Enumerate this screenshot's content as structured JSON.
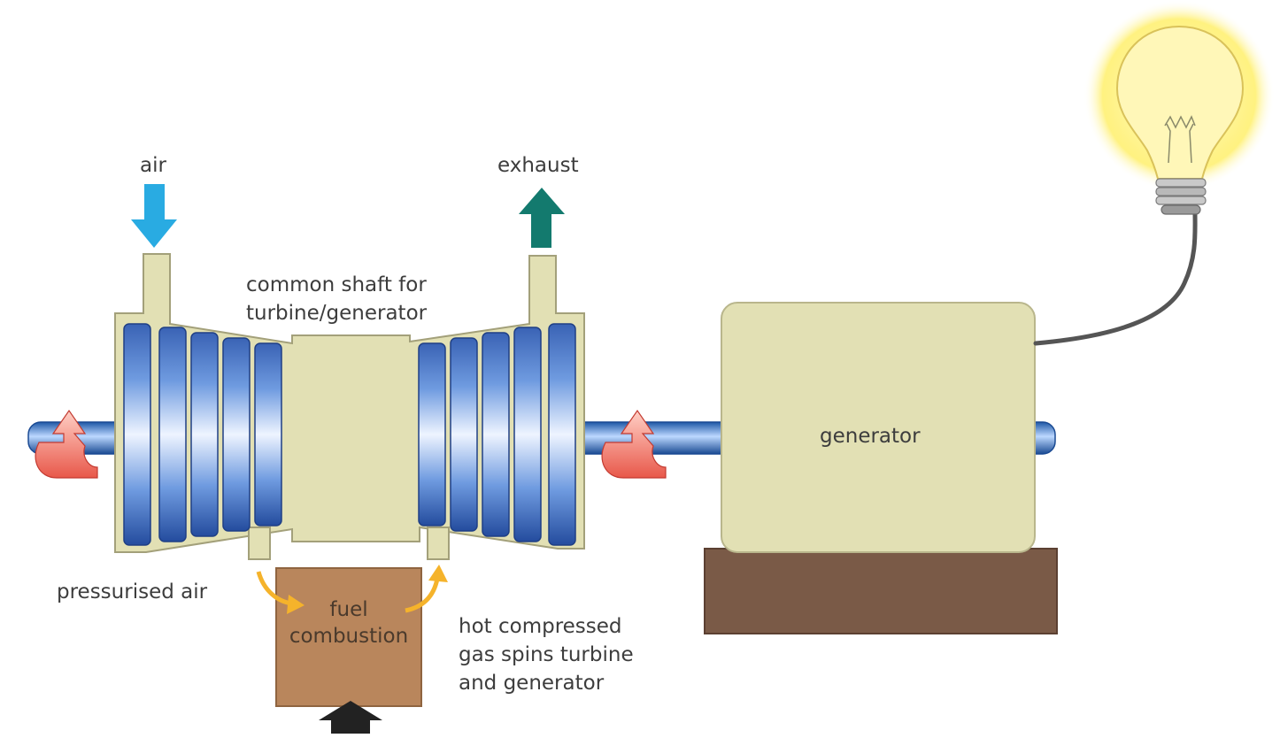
{
  "labels": {
    "air": "air",
    "exhaust": "exhaust",
    "common_shaft": "common shaft for\nturbine/generator",
    "generator": "generator",
    "pressurised_air": "pressurised air",
    "fuel_combustion": "fuel\ncombustion",
    "hot_gas": "hot compressed\ngas spins turbine\nand generator"
  },
  "colors": {
    "background": "#ffffff",
    "air_arrow": "#29abe2",
    "exhaust_arrow": "#137a6e",
    "casing": "#e2e0b4",
    "casing_stroke": "#a3a07a",
    "blade": "#3d6fbf",
    "shaft": "#2f6db8",
    "generator_body": "#e2e0b4",
    "generator_base": "#7a5a47",
    "combustion_box": "#b9865c",
    "flow_arrow": "#f5b32b",
    "rotation_arrow": "#e85a4f",
    "bulb_glow": "#fff27a",
    "wire": "#555555",
    "fuel_arrow": "#222222"
  },
  "icons": {
    "air_inlet": "down-arrow-icon",
    "exhaust_outlet": "up-arrow-icon",
    "rotation": "rotation-arrow-icon",
    "light": "light-bulb-icon",
    "fuel_input": "up-arrow-icon"
  }
}
